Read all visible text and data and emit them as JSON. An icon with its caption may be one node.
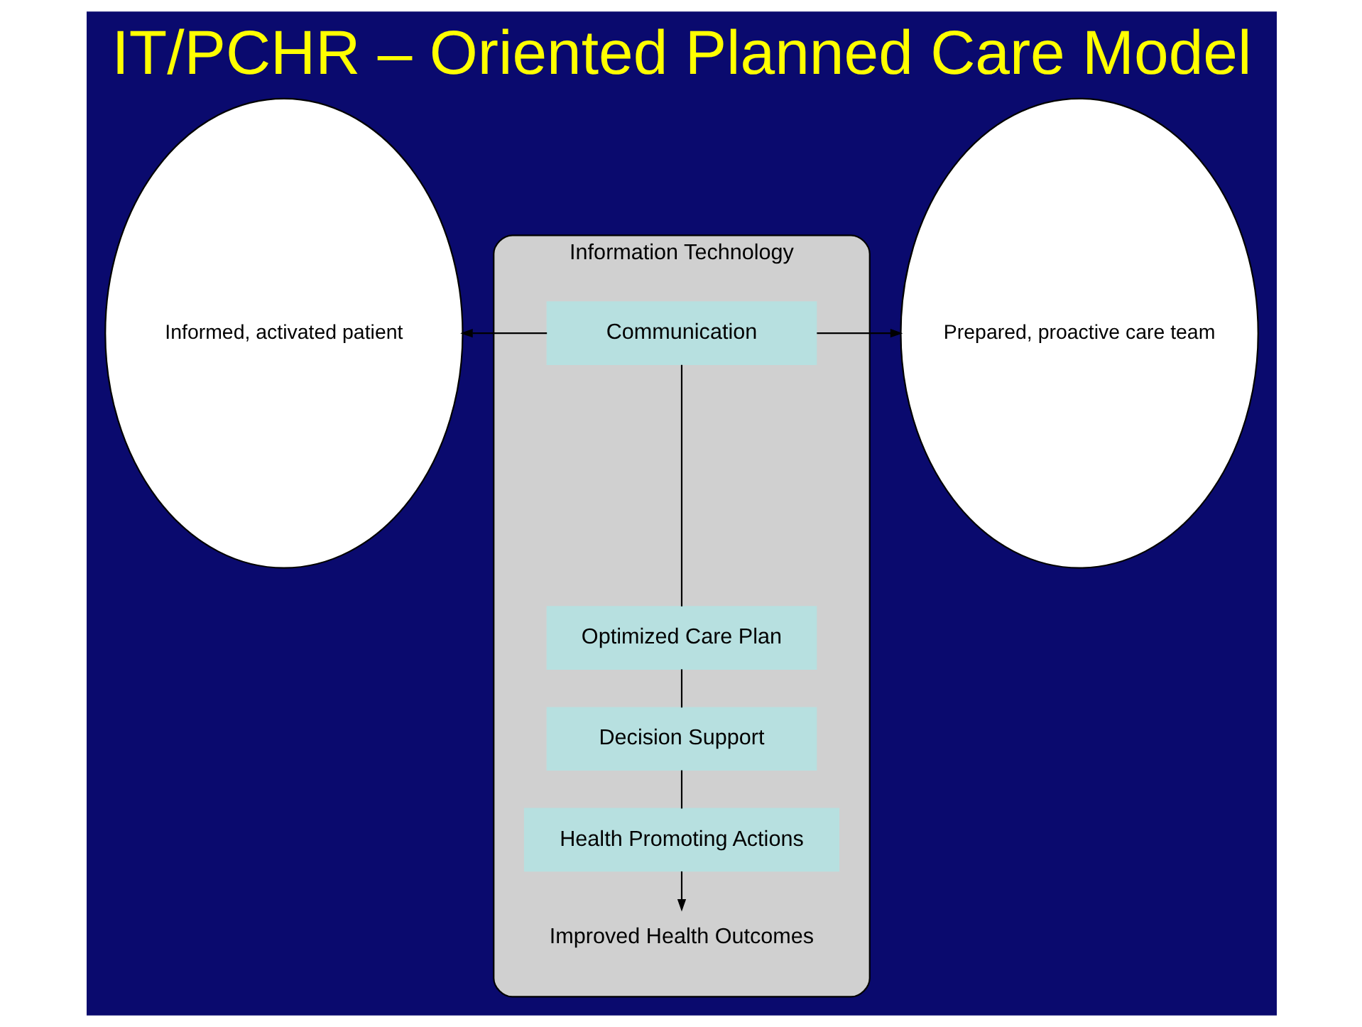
{
  "diagram": {
    "title": "IT/PCHR – Oriented Planned Care Model",
    "nodes": [
      {
        "text": [
          "Information Technology"
        ]
      },
      {
        "text": [
          "Informed, activated patient"
        ]
      },
      {
        "text": [
          "Communication"
        ],
        "in": 0
      },
      {
        "text": [
          "Prepared, proactive care team"
        ]
      },
      {
        "text": [
          "Optimized Care Plan"
        ],
        "in": 0
      },
      {
        "text": [
          "Decision Support"
        ],
        "in": 0
      },
      {
        "text": [
          "Health Promoting Actions"
        ],
        "in": 0
      },
      {
        "text": [
          "Improved Health Outcomes"
        ],
        "in": 0
      }
    ],
    "edges": [
      {
        "from": 2,
        "to": 1,
        "arrow": "to"
      },
      {
        "from": 2,
        "to": 3,
        "arrow": "to"
      },
      {
        "from": 2,
        "to": 4,
        "arrow": "none"
      },
      {
        "from": 4,
        "to": 5,
        "arrow": "none"
      },
      {
        "from": 5,
        "to": 6,
        "arrow": "none"
      },
      {
        "from": 6,
        "to": 7,
        "arrow": "to"
      }
    ]
  }
}
